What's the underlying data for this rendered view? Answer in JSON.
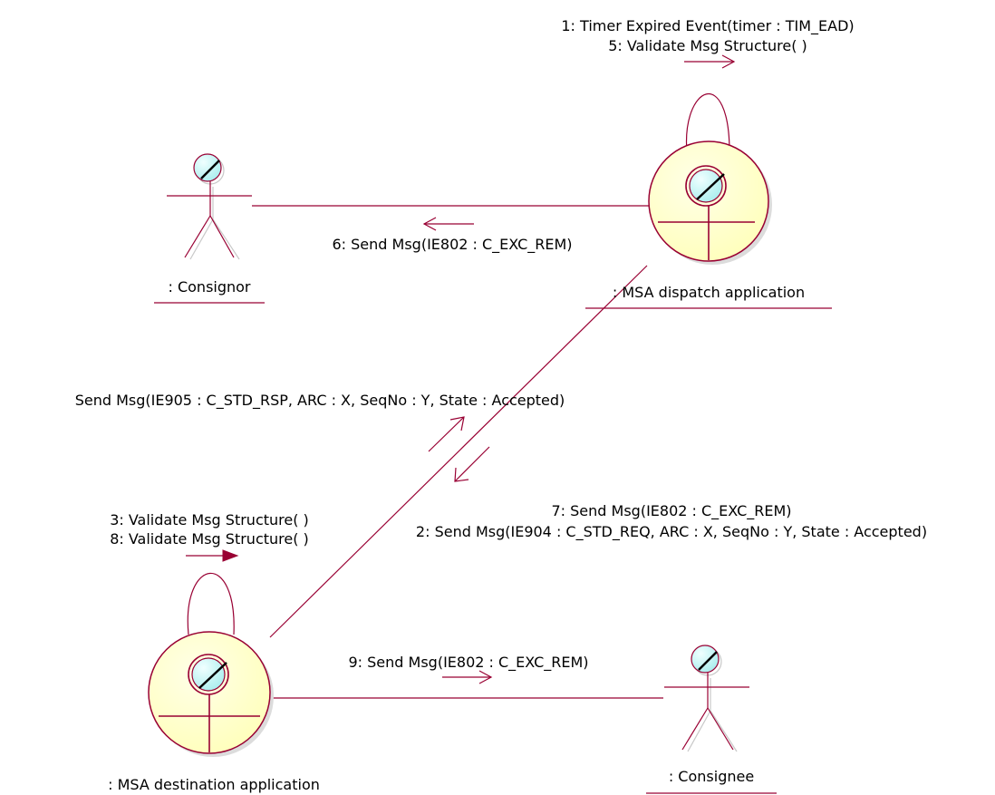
{
  "colors": {
    "line": "#990033",
    "fill": "#ffffcc",
    "head": "#ccffff",
    "shadow": "#c8c8c8",
    "text": "#000000"
  },
  "objects": {
    "consignor": {
      "label": ": Consignor",
      "kind": "actor"
    },
    "dispatch": {
      "label": ": MSA dispatch application",
      "kind": "control"
    },
    "destination": {
      "label": ": MSA destination application",
      "kind": "control"
    },
    "consignee": {
      "label": ": Consignee",
      "kind": "actor"
    }
  },
  "messages": {
    "m1": "1: Timer Expired Event(timer : TIM_EAD)",
    "m5": "5: Validate Msg Structure( )",
    "m6": "6: Send Msg(IE802 : C_EXC_REM)",
    "m_rsp": "Send Msg(IE905 : C_STD_RSP, ARC : X, SeqNo : Y, State : Accepted)",
    "m7": "7: Send Msg(IE802 : C_EXC_REM)",
    "m2": "2: Send Msg(IE904 : C_STD_REQ, ARC : X, SeqNo : Y, State : Accepted)",
    "m3": "3: Validate Msg Structure( )",
    "m8": "8: Validate Msg Structure( )",
    "m9": "9: Send Msg(IE802 : C_EXC_REM)"
  }
}
